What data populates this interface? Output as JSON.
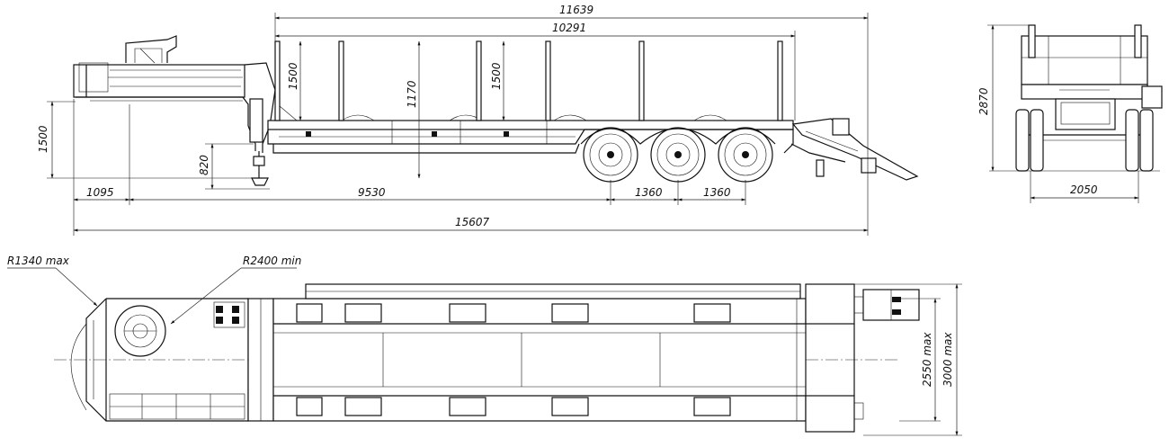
{
  "drawing": {
    "side_view": {
      "dimensions": {
        "overall_top": "11639",
        "deck_length": "10291",
        "stake_height_front": "1500",
        "stake_height_rear": "1500",
        "deck_height": "1170",
        "coupling_height": "1500",
        "support_height": "820",
        "front_overhang": "1095",
        "kingpin_to_axle": "9530",
        "axle_spacing_1": "1360",
        "axle_spacing_2": "1360",
        "overall_length": "15607"
      }
    },
    "rear_view": {
      "dimensions": {
        "height": "2870",
        "track_width": "2050"
      }
    },
    "top_view": {
      "dimensions": {
        "front_radius": "R1340 max",
        "swing_radius": "R2400 min",
        "width": "2550 max",
        "width_with_ramps": "3000 max"
      }
    }
  }
}
